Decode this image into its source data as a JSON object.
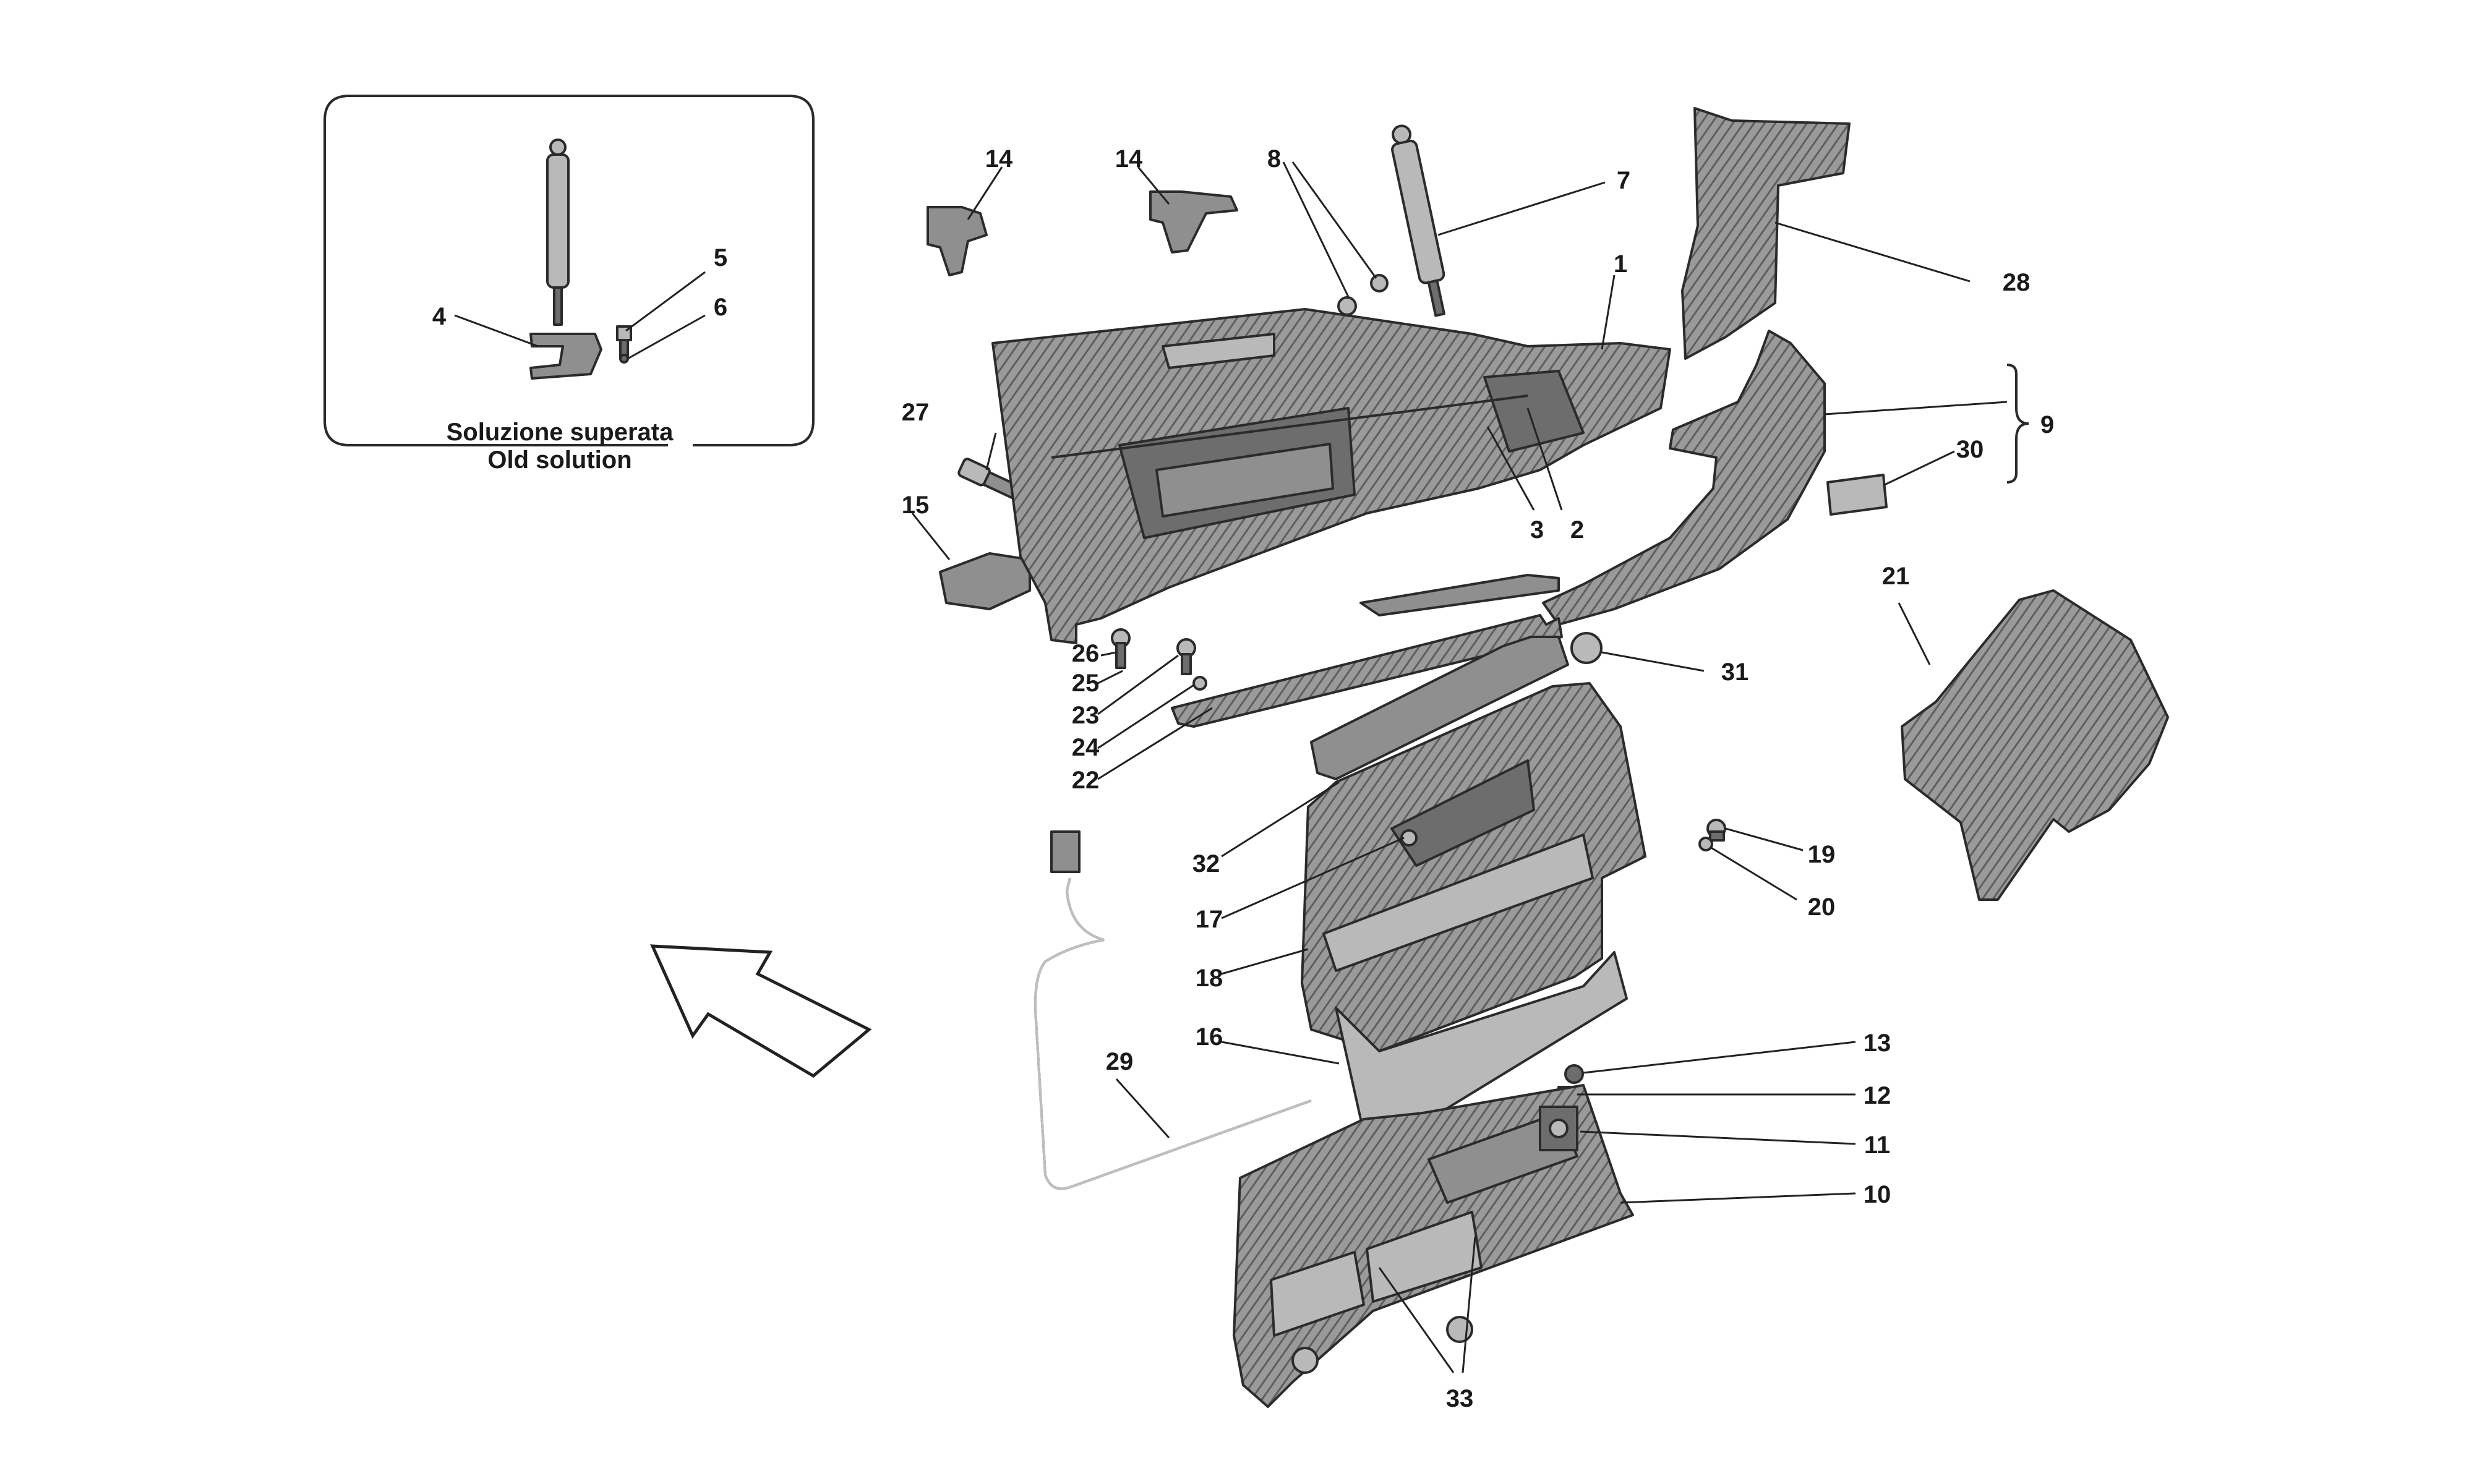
{
  "inset": {
    "caption_line1": "Soluzione superata",
    "caption_line2": "Old solution"
  },
  "callouts": {
    "c1": "1",
    "c2": "2",
    "c3": "3",
    "c4": "4",
    "c5": "5",
    "c6": "6",
    "c7": "7",
    "c8": "8",
    "c9": "9",
    "c10": "10",
    "c11": "11",
    "c12": "12",
    "c13": "13",
    "c14a": "14",
    "c14b": "14",
    "c15": "15",
    "c16": "16",
    "c17": "17",
    "c18": "18",
    "c19": "19",
    "c20": "20",
    "c21": "21",
    "c22": "22",
    "c23": "23",
    "c24": "24",
    "c25": "25",
    "c26": "26",
    "c27": "27",
    "c28": "28",
    "c29": "29",
    "c30": "30",
    "c31": "31",
    "c32": "32",
    "c33": "33"
  }
}
